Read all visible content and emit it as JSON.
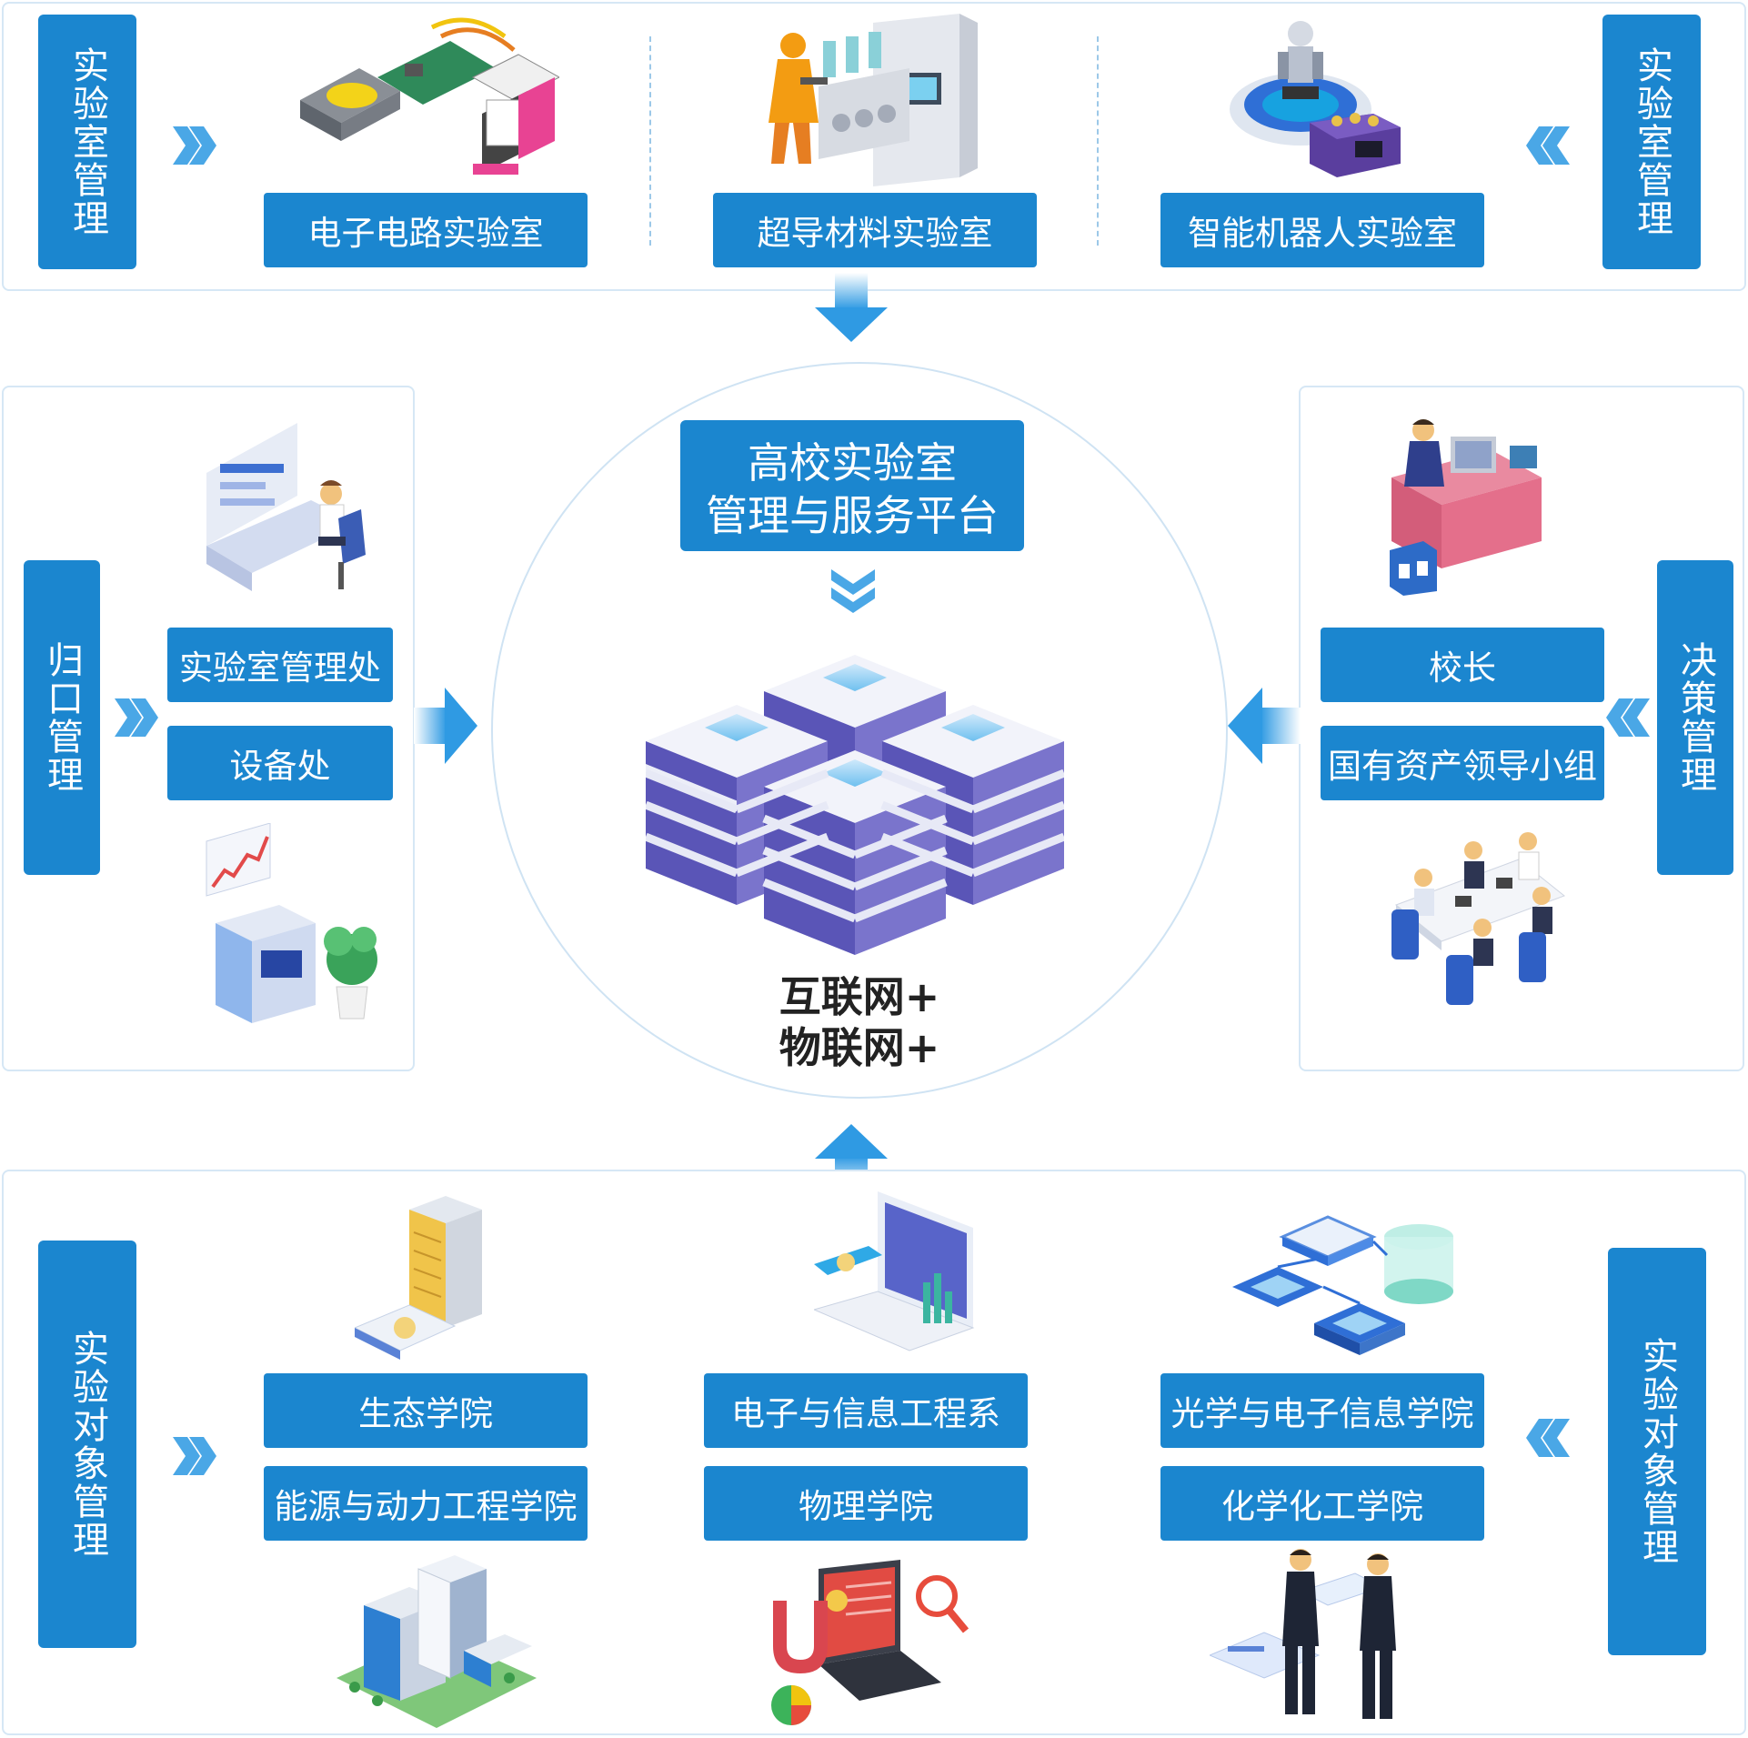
{
  "top": {
    "left_tab": "实验室管理",
    "right_tab": "实验室管理",
    "labs": [
      "电子电路实验室",
      "超导材料实验室",
      "智能机器人实验室"
    ]
  },
  "left": {
    "tab": "归口管理",
    "items": [
      "实验室管理处",
      "设备处"
    ]
  },
  "right": {
    "tab": "决策管理",
    "items": [
      "校长",
      "国有资产领导小组"
    ]
  },
  "center": {
    "title_line1": "高校实验室",
    "title_line2": "管理与服务平台",
    "iot_line1": "互联网+",
    "iot_line2": "物联网+"
  },
  "bottom": {
    "left_tab": "实验对象管理",
    "right_tab": "实验对象管理",
    "col1": [
      "生态学院",
      "能源与动力工程学院"
    ],
    "col2": [
      "电子与信息工程系",
      "物理学院"
    ],
    "col3": [
      "光学与电子信息学院",
      "化学化工学院"
    ]
  },
  "colors": {
    "primary": "#1b86cf",
    "border": "#d6e7f5",
    "accent_light": "#7cc3f0"
  }
}
